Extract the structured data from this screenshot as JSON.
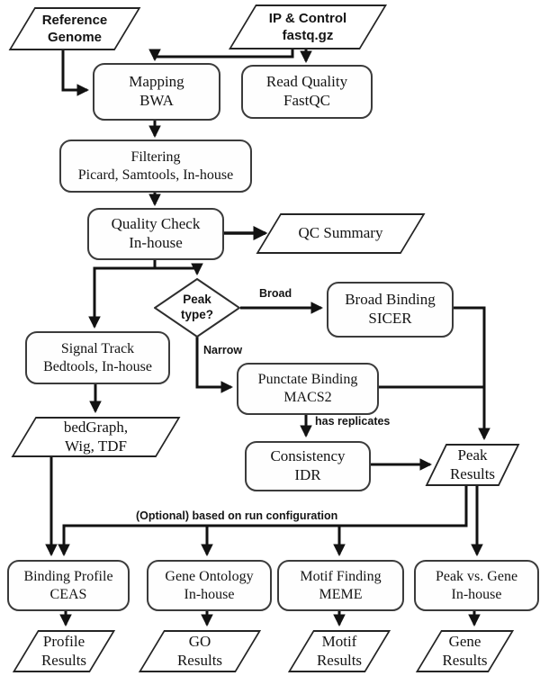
{
  "diagram": {
    "nodes": {
      "reference_genome": {
        "label": "Reference\nGenome"
      },
      "ip_control": {
        "label": "IP & Control\nfastq.gz"
      },
      "mapping": {
        "label": "Mapping\nBWA"
      },
      "read_quality": {
        "label": "Read Quality\nFastQC"
      },
      "filtering": {
        "label": "Filtering\nPicard, Samtools, In-house"
      },
      "quality_check": {
        "label": "Quality Check\nIn-house"
      },
      "qc_summary": {
        "label": "QC Summary"
      },
      "peak_type": {
        "label": "Peak\ntype?"
      },
      "broad_binding": {
        "label": "Broad Binding\nSICER"
      },
      "signal_track": {
        "label": "Signal Track\nBedtools, In-house"
      },
      "punctate_binding": {
        "label": "Punctate Binding\nMACS2"
      },
      "bedgraph": {
        "label": "bedGraph,\nWig, TDF"
      },
      "consistency": {
        "label": "Consistency\nIDR"
      },
      "peak_results": {
        "label": "Peak\nResults"
      },
      "binding_profile": {
        "label": "Binding Profile\nCEAS"
      },
      "gene_ontology": {
        "label": "Gene Ontology\nIn-house"
      },
      "motif_finding": {
        "label": "Motif Finding\nMEME"
      },
      "peak_vs_gene": {
        "label": "Peak vs. Gene\nIn-house"
      },
      "profile_results": {
        "label": "Profile\nResults"
      },
      "go_results": {
        "label": "GO\nResults"
      },
      "motif_results": {
        "label": "Motif\nResults"
      },
      "gene_results": {
        "label": "Gene\nResults"
      }
    },
    "edge_labels": {
      "broad": "Broad",
      "narrow": "Narrow",
      "has_replicates": "has replicates",
      "optional": "(Optional) based on run configuration"
    },
    "colors": {
      "line": "#121212",
      "box_border": "#3b3b3b",
      "background": "#ffffff"
    }
  }
}
